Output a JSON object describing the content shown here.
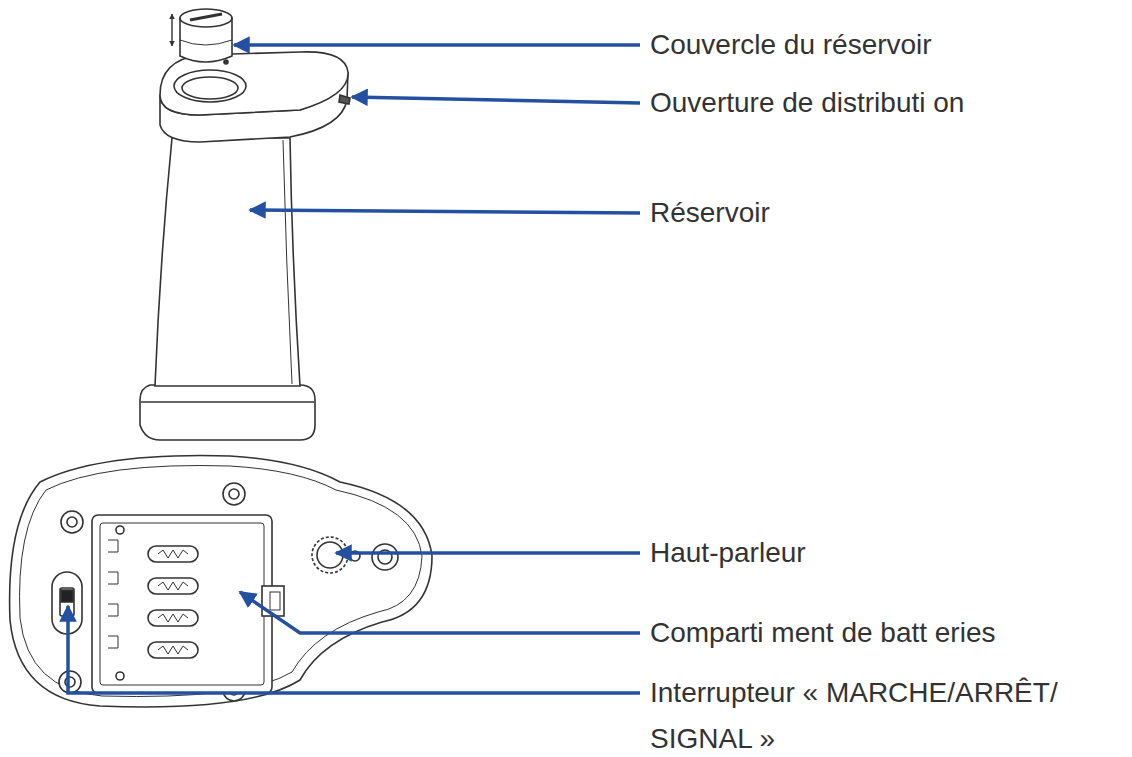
{
  "diagram": {
    "labels": [
      "Couvercle du réservoir",
      "Ouverture de distributi on",
      "Réservoir",
      "Haut-parleur",
      "Comparti ment de batt eries",
      "Interrupteur « MARCHE/ARRÊT/ SIGNAL »"
    ]
  }
}
